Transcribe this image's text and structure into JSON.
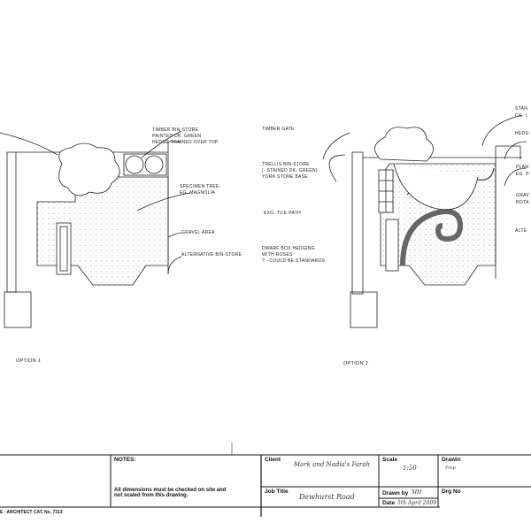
{
  "option1": {
    "caption": "OPTION 1",
    "labels": {
      "bin_store": [
        "TIMBER BIN-STORE",
        "PAINTED DK. GREEN",
        "HEDGE TRAINED OVER TOP"
      ],
      "tree": [
        "SPECIMEN TREE:",
        "EG. MAGNOLIA"
      ],
      "gravel": "GRAVEL AREA",
      "alt_bin": "ALTERNATIVE BIN-STORE"
    }
  },
  "option2": {
    "caption": "OPTION 2",
    "labels": {
      "gate": "TIMBER GATE",
      "trellis": [
        "TRELLIS BIN-STORE",
        "(- STAINED DK. GREEN)",
        "YORK STONE BASE"
      ],
      "path": "EXG. TILE PATH",
      "hedging": [
        "DWARF BOX HEDGING",
        "WITH ROSES",
        "? - COULD BE STANDARDS"
      ],
      "right_clipped": [
        "STAN",
        "CG. I",
        "HEDG",
        "PLAN",
        "EG. P",
        "GRAV",
        "ROTA",
        "ALTE"
      ]
    }
  },
  "title_block": {
    "notes_label": "NOTES:",
    "notes_text": [
      "All dimensions must be checked on site and",
      "not scaled from this drawing."
    ],
    "client_label": "Client",
    "client_value": "Mark and Nadia's Farah",
    "job_label": "Job Title",
    "job_value": "Dewhurst Road",
    "scale_label": "Scale",
    "scale_value": "1:50",
    "drawn_label": "Drawn by",
    "drawn_value": "MH",
    "date_label": "Date",
    "date_value": "5th April 2009",
    "drawing_label": "Drawin",
    "drawing_value": "Prop",
    "drg_no_label": "Drg No",
    "catalogue": "E - ARCHITECT CAT. No. 7313"
  }
}
